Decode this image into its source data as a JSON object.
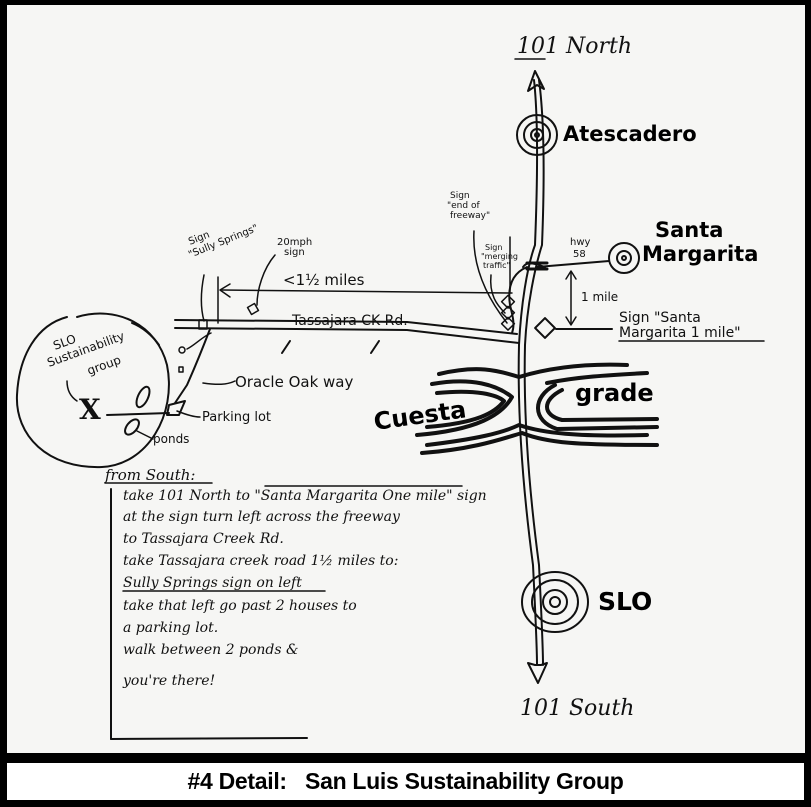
{
  "map": {
    "caption": "#4 Detail:   San Luis Sustainability Group",
    "highway": {
      "north_label": "101 North",
      "south_label": "101 South"
    },
    "towns": {
      "north": "Atescadero",
      "east_line1": "Santa",
      "east_line2": "Margarita",
      "south": "SLO"
    },
    "east_road": {
      "label_line1": "hwy",
      "label_line2": "58",
      "distance": "1 mile"
    },
    "signs": {
      "end_freeway_line1": "Sign",
      "end_freeway_line2": "\"end of",
      "end_freeway_line3": "freeway\"",
      "merging_line1": "Sign",
      "merging_line2": "\"merging",
      "merging_line3": "traffic\"",
      "santa_margarita_line1": "Sign \"Santa",
      "santa_margarita_line2": "Margarita 1 mile\"",
      "sully_line1": "Sign",
      "sully_line2": "\"Sully Springs\"",
      "mph_line1": "20mph",
      "mph_line2": "sign"
    },
    "roads": {
      "tassajara": "Tassajara CK  Rd.",
      "distance": "<1½ miles",
      "oracle": "Oracle Oak way",
      "parking": "Parking lot",
      "ponds": "ponds"
    },
    "destination": {
      "label_line1": "SLO",
      "label_line2": "Sustainability",
      "label_line3": "group",
      "marker": "X"
    },
    "landmark": {
      "left": "Cuesta",
      "right": "grade"
    },
    "directions": {
      "heading": "from South:",
      "lines": [
        "take 101 North to \"Santa Margarita One mile\" sign",
        "at the sign turn left across the freeway",
        "to Tassajara Creek Rd.",
        "take Tassajara creek road 1½ miles to:",
        "Sully Springs sign on left",
        "take that left go past 2 houses to",
        "a parking lot.",
        "walk between 2 ponds &",
        "you're there!"
      ]
    }
  }
}
